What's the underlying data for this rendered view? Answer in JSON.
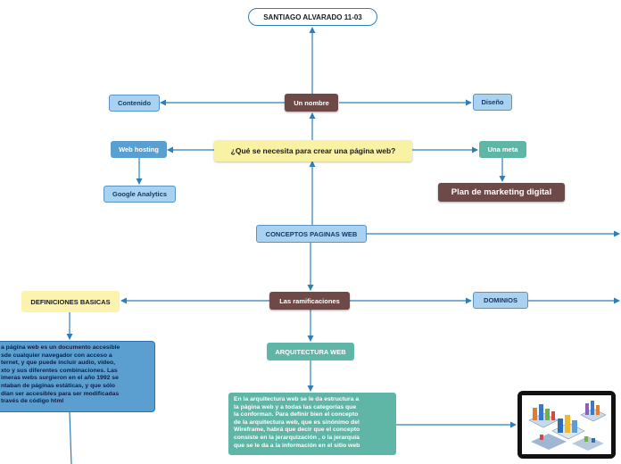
{
  "map": {
    "title": "SANTIAGO ALVARADO 11-03",
    "un_nombre": "Un nombre",
    "contenido": "Contenido",
    "diseno": "Diseño",
    "central_question": "¿Qué se necesita para crear una página web?",
    "web_hosting": "Web hosting",
    "google_analytics": "Google Analytics",
    "una_meta": "Una meta",
    "plan_marketing": "Plan de marketing digital",
    "conceptos": "CONCEPTOS PAGINAS WEB",
    "ramificaciones": "Las ramificaciones",
    "definiciones": "DEFINICIONES BASICAS",
    "dominios": "DOMINIOS",
    "arquitectura": "ARQUITECTURA WEB",
    "definicion_text": "a página web es un documento accesible\nsde cualquier navegador con acceso a\nternet, y que puede incluir audio, video,\nxto y sus diferentes combinaciones. Las\nimeras webs surgieron en el año 1992 se\nntaban de páginas estáticas, y que sólo\ndían ser accesibles para ser modificadas\ntravés de código html",
    "arquitectura_text": "En la arquitectura web se le da estructura a\nla página web y a todas las categorías que\nla conforman. Para definir bien el concepto\nde la arquitectura web, que es sinónimo del\nWireframe, habrá que decir que el concepto\nconsiste en la jerarquización , o la jerarquía\nque se le da a la información en el sitio web"
  },
  "colors": {
    "connector": "#2e7fb8",
    "brown_node": "#6d4a48",
    "teal_node": "#5fb5a6",
    "blue_node": "#5b9fd0",
    "soft_blue_node": "#a9d1f0",
    "yellow_node": "#f9f1a3"
  },
  "icons": {
    "image_node": "website-architecture-illustration"
  }
}
